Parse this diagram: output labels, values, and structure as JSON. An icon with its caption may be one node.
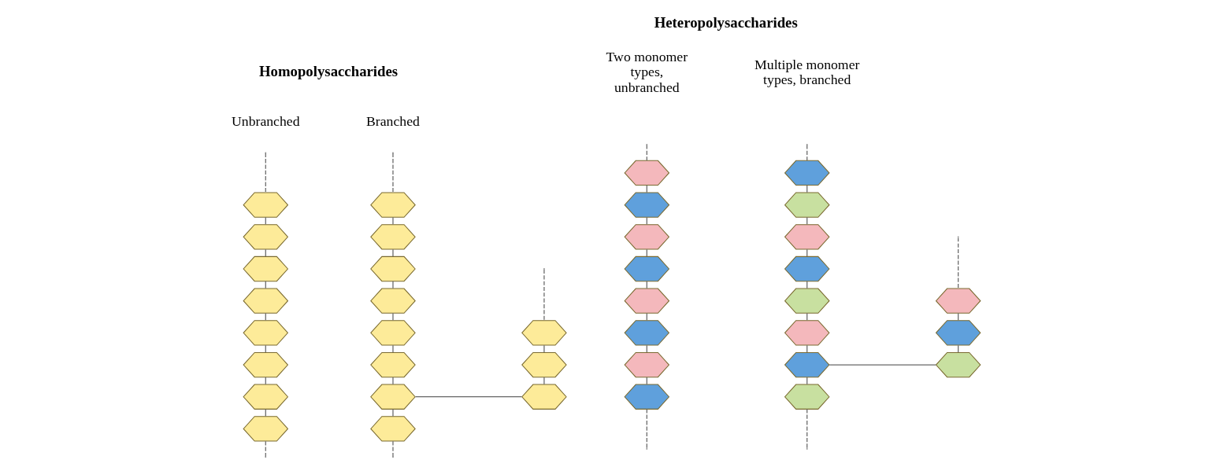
{
  "diagram": {
    "nodes": [
      {
        "text": [],
        "shape": "hexagon"
      },
      {
        "text": [],
        "shape": "hexagon"
      },
      {
        "text": [],
        "shape": "hexagon"
      },
      {
        "text": [],
        "shape": "hexagon"
      },
      {
        "text": [],
        "shape": "hexagon"
      },
      {
        "text": [],
        "shape": "hexagon"
      },
      {
        "text": [],
        "shape": "hexagon"
      },
      {
        "text": [],
        "shape": "hexagon"
      },
      {
        "text": [],
        "shape": "hexagon"
      },
      {
        "text": [],
        "shape": "hexagon"
      },
      {
        "text": [],
        "shape": "hexagon"
      },
      {
        "text": [],
        "shape": "hexagon"
      },
      {
        "text": [],
        "shape": "hexagon"
      },
      {
        "text": [],
        "shape": "hexagon"
      },
      {
        "text": [],
        "shape": "hexagon"
      },
      {
        "text": [],
        "shape": "hexagon"
      },
      {
        "text": [],
        "shape": "hexagon"
      },
      {
        "text": [],
        "shape": "hexagon"
      },
      {
        "text": [],
        "shape": "hexagon"
      },
      {
        "text": [],
        "shape": "hexagon"
      },
      {
        "text": [],
        "shape": "hexagon"
      },
      {
        "text": [],
        "shape": "hexagon"
      },
      {
        "text": [],
        "shape": "hexagon"
      },
      {
        "text": [],
        "shape": "hexagon"
      },
      {
        "text": [],
        "shape": "hexagon"
      },
      {
        "text": [],
        "shape": "hexagon"
      },
      {
        "text": [],
        "shape": "hexagon"
      },
      {
        "text": [],
        "shape": "hexagon"
      },
      {
        "text": [],
        "shape": "hexagon"
      },
      {
        "text": [],
        "shape": "hexagon"
      },
      {
        "text": [],
        "shape": "hexagon"
      },
      {
        "text": [],
        "shape": "hexagon"
      },
      {
        "text": [],
        "shape": "hexagon"
      },
      {
        "text": [],
        "shape": "hexagon"
      },
      {
        "text": [],
        "shape": "hexagon"
      },
      {
        "text": [],
        "shape": "hexagon"
      },
      {
        "text": [],
        "shape": "hexagon"
      },
      {
        "text": [],
        "shape": "hexagon"
      }
    ],
    "edges": [
      {
        "from": null,
        "to": 0,
        "arrow": "none",
        "style": "dashed"
      },
      {
        "from": 0,
        "to": 1,
        "arrow": "none"
      },
      {
        "from": 1,
        "to": 2,
        "arrow": "none"
      },
      {
        "from": 2,
        "to": 3,
        "arrow": "none"
      },
      {
        "from": 3,
        "to": 4,
        "arrow": "none"
      },
      {
        "from": 4,
        "to": 5,
        "arrow": "none"
      },
      {
        "from": 5,
        "to": 6,
        "arrow": "none"
      },
      {
        "from": 6,
        "to": 7,
        "arrow": "none"
      },
      {
        "from": 7,
        "to": null,
        "arrow": "none",
        "style": "dashed"
      },
      {
        "from": null,
        "to": 8,
        "arrow": "none",
        "style": "dashed"
      },
      {
        "from": 8,
        "to": 9,
        "arrow": "none"
      },
      {
        "from": 9,
        "to": 10,
        "arrow": "none"
      },
      {
        "from": 10,
        "to": 11,
        "arrow": "none"
      },
      {
        "from": 11,
        "to": 12,
        "arrow": "none"
      },
      {
        "from": 12,
        "to": 13,
        "arrow": "none"
      },
      {
        "from": 13,
        "to": 14,
        "arrow": "none"
      },
      {
        "from": 14,
        "to": 15,
        "arrow": "none"
      },
      {
        "from": 15,
        "to": null,
        "arrow": "none",
        "style": "dashed"
      },
      {
        "from": null,
        "to": 16,
        "arrow": "none",
        "style": "dashed"
      },
      {
        "from": 16,
        "to": 17,
        "arrow": "none"
      },
      {
        "from": 17,
        "to": 18,
        "arrow": "none"
      },
      {
        "from": 14,
        "to": 18,
        "arrow": "none"
      },
      {
        "from": null,
        "to": 19,
        "arrow": "none",
        "style": "dashed"
      },
      {
        "from": 19,
        "to": 20,
        "arrow": "none"
      },
      {
        "from": 20,
        "to": 21,
        "arrow": "none"
      },
      {
        "from": 21,
        "to": 22,
        "arrow": "none"
      },
      {
        "from": 22,
        "to": 23,
        "arrow": "none"
      },
      {
        "from": 23,
        "to": 24,
        "arrow": "none"
      },
      {
        "from": 24,
        "to": 25,
        "arrow": "none"
      },
      {
        "from": 25,
        "to": 26,
        "arrow": "none"
      },
      {
        "from": 26,
        "to": null,
        "arrow": "none",
        "style": "dashed"
      },
      {
        "from": null,
        "to": 27,
        "arrow": "none",
        "style": "dashed"
      },
      {
        "from": 27,
        "to": 28,
        "arrow": "none"
      },
      {
        "from": 28,
        "to": 29,
        "arrow": "none"
      },
      {
        "from": 29,
        "to": 30,
        "arrow": "none"
      },
      {
        "from": 30,
        "to": 31,
        "arrow": "none"
      },
      {
        "from": 31,
        "to": 32,
        "arrow": "none"
      },
      {
        "from": 32,
        "to": 33,
        "arrow": "none"
      },
      {
        "from": 33,
        "to": 34,
        "arrow": "none"
      },
      {
        "from": 34,
        "to": null,
        "arrow": "none",
        "style": "dashed"
      },
      {
        "from": null,
        "to": 35,
        "arrow": "none",
        "style": "dashed"
      },
      {
        "from": 35,
        "to": 36,
        "arrow": "none"
      },
      {
        "from": 36,
        "to": 37,
        "arrow": "none"
      },
      {
        "from": 33,
        "to": 37,
        "arrow": "none"
      }
    ],
    "labels": [
      "Heteropolysaccharides",
      "Homopolysaccharides",
      "Two monomer types, unbranched",
      "Multiple monomer types, branched",
      "Unbranched",
      "Branched"
    ]
  }
}
